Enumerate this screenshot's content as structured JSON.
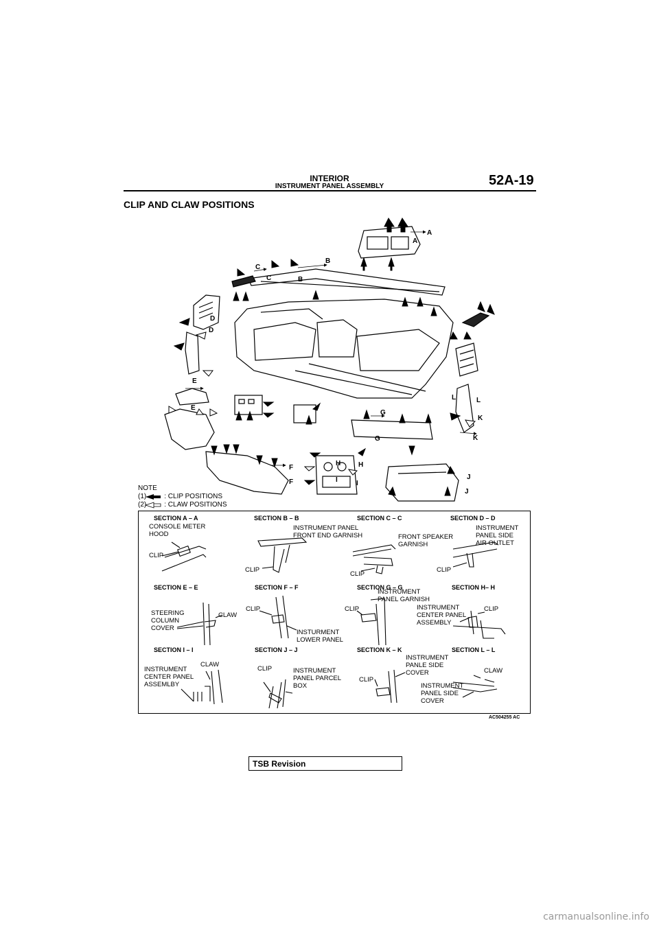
{
  "header": {
    "section": "INTERIOR",
    "subsection": "INSTRUMENT PANEL ASSEMBLY",
    "page_number": "52A-19"
  },
  "heading": "CLIP AND CLAW POSITIONS",
  "note": {
    "title": "NOTE",
    "items": [
      {
        "num": "(1)",
        "text": ": CLIP POSITIONS"
      },
      {
        "num": "(2)",
        "text": ": CLAW POSITIONS"
      }
    ]
  },
  "diagram_letters": [
    "A",
    "A",
    "B",
    "B",
    "C",
    "C",
    "D",
    "D",
    "E",
    "E",
    "F",
    "F",
    "G",
    "G",
    "H",
    "H",
    "I",
    "I",
    "J",
    "J",
    "K",
    "K",
    "L",
    "L"
  ],
  "sections": [
    {
      "title": "SECTION A – A",
      "labels": [
        "CONSOLE METER\nHOOD",
        "CLIP"
      ]
    },
    {
      "title": "SECTION B – B",
      "labels": [
        "INSTRUMENT PANEL\nFRONT  END GARNISH",
        "CLIP"
      ]
    },
    {
      "title": "SECTION C – C",
      "labels": [
        "FRONT SPEAKER\nGARNISH",
        "CLIP"
      ]
    },
    {
      "title": "SECTION D – D",
      "labels": [
        "INSTRUMENT\nPANEL SIDE\nAIR OUTLET",
        "CLIP"
      ]
    },
    {
      "title": "SECTION E – E",
      "labels": [
        "STEERING\nCOLUMN\nCOVER",
        "CLAW"
      ]
    },
    {
      "title": "SECTION F – F",
      "labels": [
        "CLIP",
        "INSTURMENT\nLOWER PANEL"
      ]
    },
    {
      "title": "SECTION G – G",
      "labels": [
        "INSTRUMENT\nPANEL GARNISH",
        "CLIP"
      ]
    },
    {
      "title": "SECTION H– H",
      "labels": [
        "INSTRUMENT\nCENTER PANEL\nASSEMBLY",
        "CLIP"
      ]
    },
    {
      "title": "SECTION I – I",
      "labels": [
        "INSTRUMENT\nCENTER PANEL\nASSEMLBY",
        "CLAW"
      ]
    },
    {
      "title": "SECTION J – J",
      "labels": [
        "CLIP",
        "INSTRUMENT\nPANEL PARCEL\nBOX"
      ]
    },
    {
      "title": "SECTION K – K",
      "labels": [
        "INSTRUMENT\nPANLE SIDE\nCOVER",
        "CLIP"
      ]
    },
    {
      "title": "SECTION L – L",
      "labels": [
        "CLAW",
        "INSTRUMENT\nPANEL SIDE\nCOVER"
      ]
    }
  ],
  "figure_id": "AC504255 AC",
  "footer": {
    "tsb": "TSB Revision"
  },
  "watermark": "carmanualsonline.info"
}
